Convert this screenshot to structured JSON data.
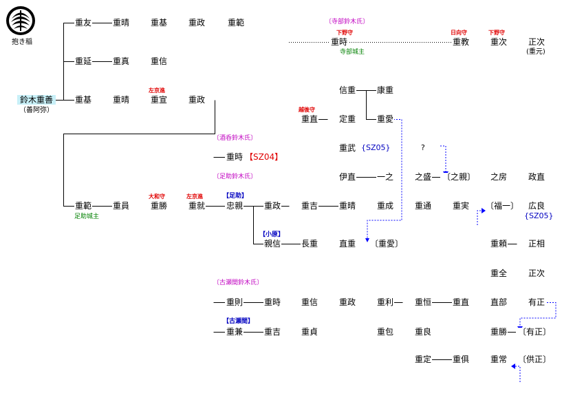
{
  "crest": {
    "icon": "dakiine-crest-icon",
    "label": "抱き稲"
  },
  "root": {
    "name": "鈴木重善",
    "note": "（善阿弥）"
  },
  "top_row": [
    "重友",
    "重晴",
    "重基",
    "重政",
    "重範"
  ],
  "second_row": [
    "重延",
    "重真",
    "重信"
  ],
  "third_row": [
    "重基",
    "重晴",
    "重宣",
    "重政"
  ],
  "third_row_title": "左京進",
  "terabe": {
    "clan_label": "〔寺部鈴木氏〕",
    "shigetoki": "重時",
    "shigetoki_title": "下野守",
    "castle_note": "寺部城主",
    "shigenori": "重教",
    "shigenori_title": "日向守",
    "shigetsugu": "重次",
    "shigetsugu_title": "下野守",
    "masatsugu": "正次",
    "masatsugu_alt": "(重元)"
  },
  "asuke_main": {
    "shigenori": "重範",
    "castle_note": "足助城主",
    "shigekazu": "重員",
    "shigekatsu": "重勝",
    "shigekatsu_title": "大和守",
    "shigenari": "重就",
    "shigenari_title": "左京進"
  },
  "sakakaa": {
    "clan_label": "〔酒呑鈴木氏〕",
    "name": "重時",
    "code": "【SZ04】"
  },
  "asuke_branch": {
    "clan_label": "〔足助鈴木氏〕",
    "house_label": "【足助】",
    "tadachika": "忠親",
    "shigemasa": "重政",
    "shigenao": "重直",
    "shigenao_title": "越後守",
    "nobushige": "信重",
    "yasushige": "康重",
    "sadashige": "定重",
    "shigechika": "重愛",
    "shigetake": "重武",
    "sz05_a": "{SZ05}",
    "question": "?",
    "korenao": "伊直",
    "kazuyuki": "一之",
    "yukimori": "之盛",
    "yukichika_ref": "〔之親〕",
    "yukifusa": "之房",
    "masanao": "政直",
    "shigeyoshi": "重吉",
    "shigeharu": "重晴",
    "shigenari2": "重成",
    "shigemichi": "重通",
    "shigezane": "重実",
    "fukuichi_ref": "〔福一〕",
    "hiroyoshi": "広良",
    "sz05_b": "{SZ05}"
  },
  "obara": {
    "house_label": "【小原】",
    "chikanobu": "親信",
    "nagashige": "長重",
    "naoshige": "直重",
    "shigechika_ref": "〔重愛〕"
  },
  "koseido": {
    "clan_label": "〔古瀬間鈴木氏〕",
    "house_label": "【古瀬間】",
    "shigenori": "重則",
    "shigetoki": "重時",
    "shigenobu": "重信",
    "shigemasa": "重政",
    "shigetoshi": "重利",
    "shigetsune": "重恒",
    "shigenao": "重直",
    "shigeyori": "重頼",
    "masasuke": "正相",
    "shigemasa2": "重全",
    "masatsugu": "正次",
    "naobe": "直部",
    "arimasa": "有正",
    "shigekatsu": "重勝",
    "arimasa_ref": "〔有正〕",
    "shigekane": "重兼",
    "shigeyoshi": "重吉",
    "shigesada": "重貞",
    "shigekane2": "重包",
    "shigeyoshi2": "重良",
    "shigesada2": "重定",
    "shigenori2": "重俱",
    "shigetsune2": "重常",
    "tomomasa_ref": "〔供正〕"
  }
}
